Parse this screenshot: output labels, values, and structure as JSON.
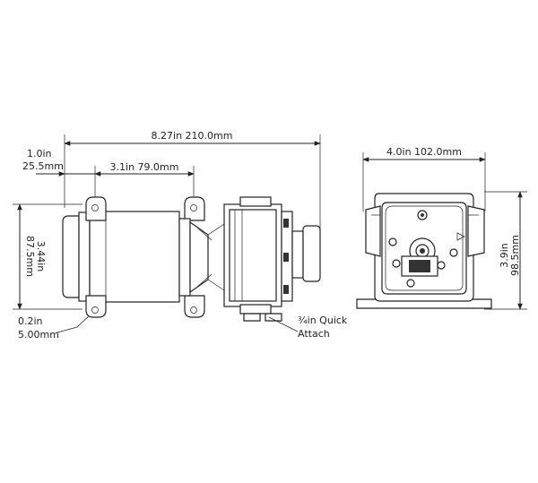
{
  "dimensions": {
    "overall_length": "8.27in  210.0mm",
    "motor_offset_in": "1.0in",
    "motor_offset_mm": "25.5mm",
    "mount_spacing": "3.1in  79.0mm",
    "height_in": "3.44in",
    "height_mm": "87.5mm",
    "hole_in": "0.2in",
    "hole_mm": "5.00mm",
    "end_width": "4.0in  102.0mm",
    "end_height_in": "3.9in",
    "end_height_mm": "98.5mm"
  },
  "callouts": {
    "quick_attach_line1": "¾in Quick",
    "quick_attach_line2": "Attach"
  },
  "colors": {
    "line": "#222222",
    "background": "#ffffff"
  }
}
